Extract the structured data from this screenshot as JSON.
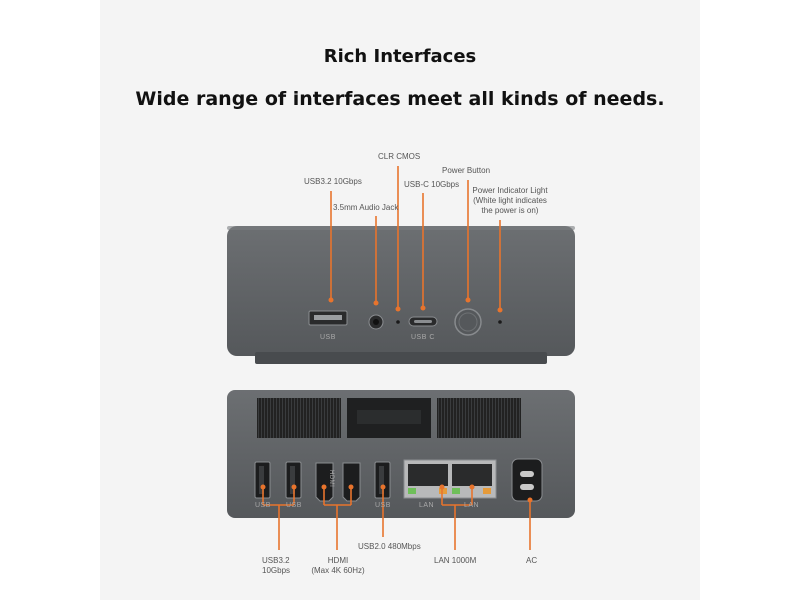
{
  "heading": {
    "title": "Rich Interfaces",
    "subtitle": "Wide range of interfaces meet all kinds of needs."
  },
  "front_callouts": {
    "usb32": "USB3.2 10Gbps",
    "audio": "3.5mm Audio Jack",
    "clr_cmos": "CLR CMOS",
    "usbc": "USB-C 10Gbps",
    "power_button": "Power Button",
    "power_light": [
      "Power Indicator Light",
      "(White light indicates",
      "the power is on)"
    ]
  },
  "front_port_labels": {
    "usb": "USB",
    "usbc": "USB C"
  },
  "rear_port_labels": {
    "usb1": "USB",
    "usb2": "USB",
    "usb3": "USB",
    "lan1": "LAN",
    "lan2": "LAN",
    "hdmi_side": "HDMI"
  },
  "rear_callouts": {
    "usb32": [
      "USB3.2",
      "10Gbps"
    ],
    "hdmi": [
      "HDMI",
      "(Max 4K 60Hz)"
    ],
    "usb20": "USB2.0 480Mbps",
    "lan": "LAN 1000M",
    "ac": "AC"
  },
  "colors": {
    "accent": "#e8742d",
    "device_body": "#5f6265",
    "background": "#f4f4f4"
  }
}
